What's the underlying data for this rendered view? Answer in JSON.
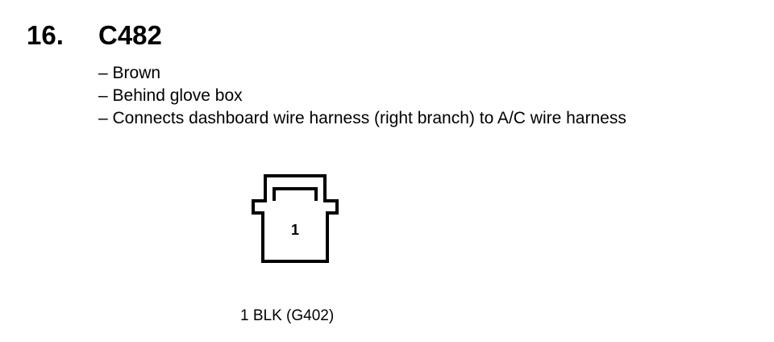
{
  "header": {
    "item_number": "16.",
    "connector_id": "C482"
  },
  "details": [
    "– Brown",
    "– Behind glove box",
    "– Connects dashboard wire harness (right branch) to A/C wire harness"
  ],
  "connector": {
    "cavity_number": "1",
    "pin_label": "1  BLK (G402)"
  }
}
